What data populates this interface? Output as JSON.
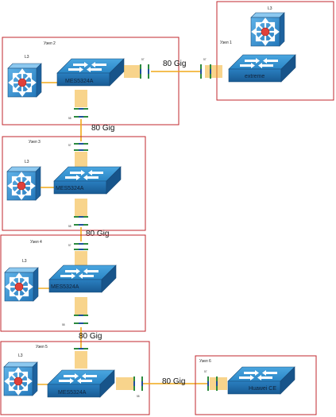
{
  "diagram": {
    "zones": [
      {
        "id": "zone2",
        "name": "Узел 2",
        "l3": "L3",
        "switch": "MES5324A"
      },
      {
        "id": "zone1",
        "name": "Узел 1",
        "l3": "L3",
        "switch": "extreme"
      },
      {
        "id": "zone3",
        "name": "Узел 3",
        "l3": "L3",
        "switch": "MES5324A"
      },
      {
        "id": "zone4",
        "name": "Узел 4",
        "l3": "L3",
        "switch": "MES5324A"
      },
      {
        "id": "zone5",
        "name": "Узел 5",
        "l3": "L3",
        "switch": "MES5324A"
      },
      {
        "id": "zone6",
        "name": "Узел 6",
        "switch": "Huawei CE"
      }
    ],
    "links": [
      {
        "id": "z2-z1",
        "label": "80 Gig"
      },
      {
        "id": "z2-z3",
        "label": "80 Gig"
      },
      {
        "id": "z3-z4",
        "label": "80 Gig"
      },
      {
        "id": "z4-z5",
        "label": "80 Gig"
      },
      {
        "id": "z5-z6",
        "label": "80 Gig"
      }
    ],
    "port_tags": {
      "top": "57",
      "bottom": "58"
    },
    "colors": {
      "zone_border": "#c0272d",
      "switch_fill": "#2a86c6",
      "switch_dark": "#1a5e96",
      "cable": "#f0a818",
      "router_center": "#e0403a"
    }
  }
}
